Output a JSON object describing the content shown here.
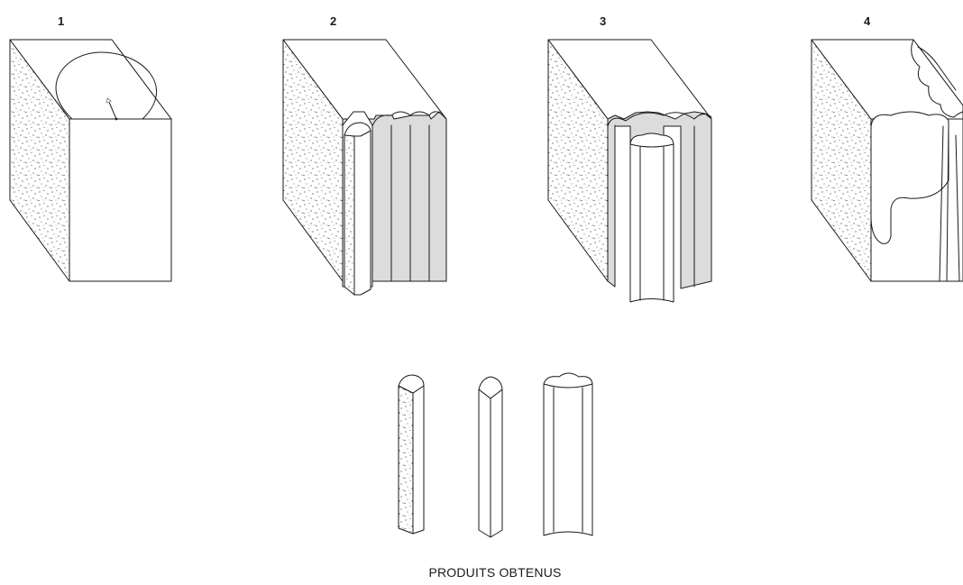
{
  "steps": [
    {
      "number": "1"
    },
    {
      "number": "2"
    },
    {
      "number": "3"
    },
    {
      "number": "4"
    }
  ],
  "products": {
    "caption": "PRODUITS OBTENUS",
    "items": [
      "stone-faced-strip",
      "rounded-strip",
      "concave-strip"
    ]
  }
}
